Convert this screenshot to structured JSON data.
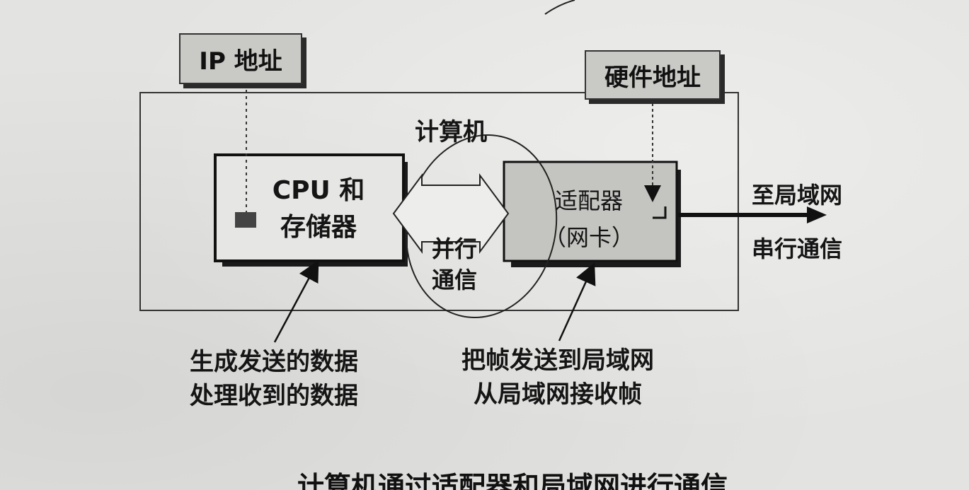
{
  "labels": {
    "ip_address": "IP 地址",
    "hardware_address": "硬件地址",
    "computer": "计算机",
    "cpu_memory_line1": "CPU 和",
    "cpu_memory_line2": "存储器",
    "adapter_line1": "适配器",
    "adapter_line2": "（网卡）",
    "parallel_line1": "并行",
    "parallel_line2": "通信",
    "to_lan": "至局域网",
    "serial_comm": "串行通信",
    "cpu_caption_line1": "生成发送的数据",
    "cpu_caption_line2": "处理收到的数据",
    "adapter_caption_line1": "把帧发送到局域网",
    "adapter_caption_line2": "从局域网接收帧",
    "figure_caption": "计算机通过适配器和局域网进行通信"
  },
  "colors": {
    "background": "#e3e3e1",
    "box_fill_cpu": "#e6e6e4",
    "box_fill_adapter": "#c4c4c1",
    "tag_fill": "#c9c9c6",
    "stroke": "#111111"
  }
}
